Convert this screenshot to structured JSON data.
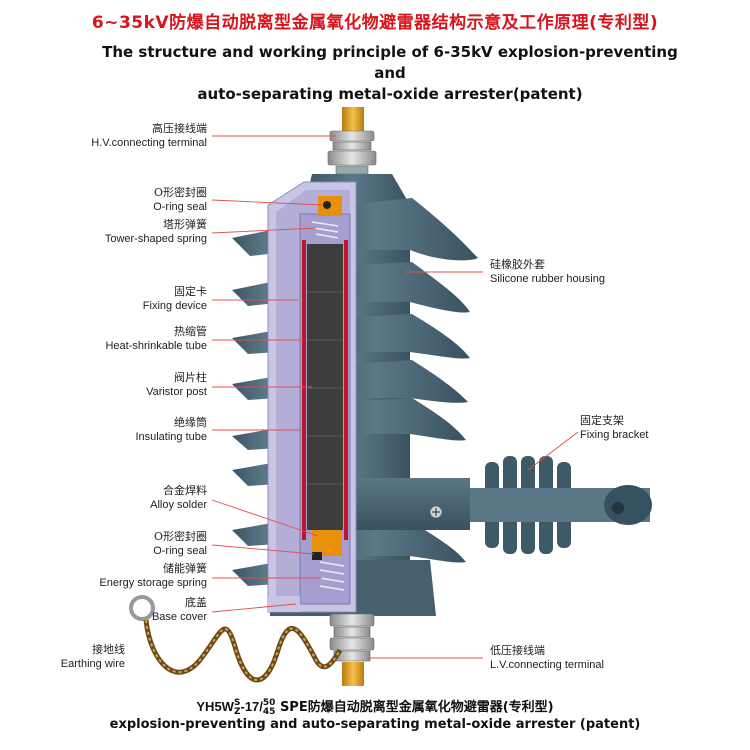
{
  "title_cn": "6~35kV防爆自动脱离型金属氧化物避雷器结构示意及工作原理(专利型)",
  "title_en_line1": "The structure and working principle of 6-35kV explosion-preventing and",
  "title_en_line2": "auto-separating metal-oxide arrester(patent)",
  "labels": {
    "hv_terminal": {
      "cn": "高压接线端",
      "en": "H.V.connecting terminal"
    },
    "oring_top": {
      "cn": "O形密封圈",
      "en": "O-ring seal"
    },
    "tower_spring": {
      "cn": "塔形弹簧",
      "en": "Tower-shaped spring"
    },
    "fixing_device": {
      "cn": "固定卡",
      "en": "Fixing device"
    },
    "heat_tube": {
      "cn": "热缩管",
      "en": "Heat-shrinkable tube"
    },
    "varistor_post": {
      "cn": "阀片柱",
      "en": "Varistor post"
    },
    "insulating_tube": {
      "cn": "绝缘筒",
      "en": "Insulating tube"
    },
    "alloy_solder": {
      "cn": "合金焊料",
      "en": "Alloy solder"
    },
    "oring_bottom": {
      "cn": "O形密封圈",
      "en": "O-ring seal"
    },
    "energy_spring": {
      "cn": "储能弹簧",
      "en": "Energy storage spring"
    },
    "base_cover": {
      "cn": "底盖",
      "en": "Base cover"
    },
    "earthing_wire": {
      "cn": "接地线",
      "en": "Earthing wire"
    },
    "rubber_housing": {
      "cn": "硅橡胶外套",
      "en": "Silicone rubber housing"
    },
    "fixing_bracket": {
      "cn": "固定支架",
      "en": "Fixing bracket"
    },
    "lv_terminal": {
      "cn": "低压接线端",
      "en": "L.V.connecting terminal"
    }
  },
  "caption": {
    "model_prefix": "YH5W",
    "model_sup": "S",
    "model_sub": "Z",
    "model_mid": "-17/",
    "model_frac_top": "50",
    "model_frac_bottom": "45",
    "model_suffix": " SPE防爆自动脱离型金属氧化物避雷器(专利型)",
    "line2": "explosion-preventing and auto-separating metal-oxide arrester (patent)"
  },
  "colors": {
    "title_red": "#d9151b",
    "housing": "#4e6a78",
    "housing_dark": "#3a5260",
    "cutaway": "#b8b4d8",
    "varistor": "#3d3d3d",
    "heat_tube_red": "#c0162a",
    "solder_orange": "#e8900a",
    "brass": "#e2a02a",
    "leader_red": "#e05050"
  }
}
